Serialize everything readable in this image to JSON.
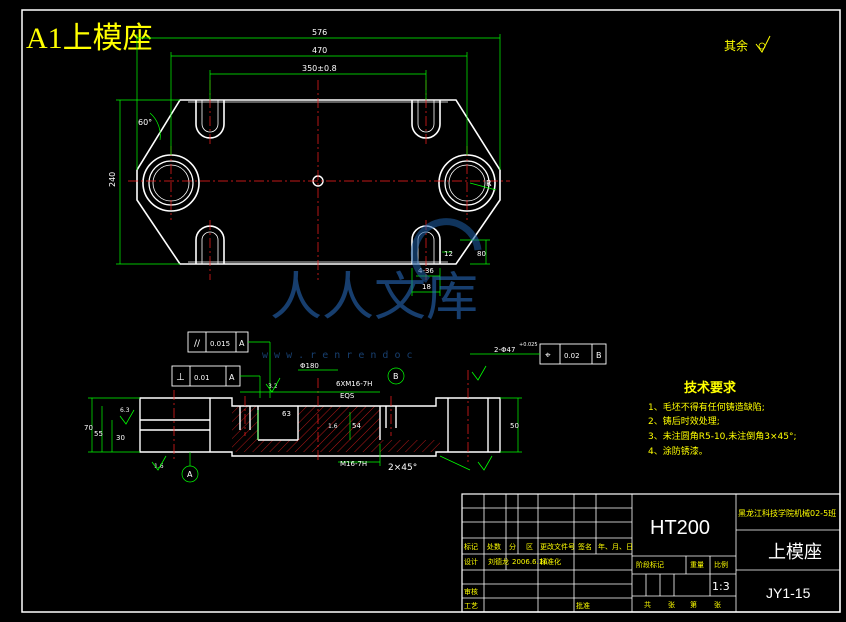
{
  "sheet_title": "A1上模座",
  "surface_note": "其余",
  "dims_top": {
    "overall_width": "576",
    "slot_span": "470",
    "inner_span": "350±0.8",
    "height": "240",
    "angle": "60°",
    "radius": "R",
    "d1": "12",
    "d2": "4-36",
    "d3": "18",
    "d4": "80"
  },
  "dims_section": {
    "flatness": "0.015",
    "datum_a": "A",
    "datum_b": "B",
    "perp": "0.01",
    "position": "0.02",
    "bore": "2-Φ47",
    "bore_tol": "+0.025",
    "dia180": "Φ180",
    "thread1": "6XM16-7H",
    "eqs": "EQS",
    "thread2": "M16-7H",
    "chamfer": "2×45°",
    "h70": "70",
    "h55": "55",
    "h30": "30",
    "h63": "63",
    "h50": "50",
    "h54": "54",
    "r16a": "1.6",
    "r16b": "1.6",
    "r32": "3.2",
    "r63": "6.3"
  },
  "watermark": {
    "text": "人人文库",
    "url": "w w w . r e n r e n d o c"
  },
  "tech_req": {
    "title": "技术要求",
    "items": [
      "1、毛坯不得有任何铸造缺陷;",
      "2、铸后时效处理;",
      "3、未注圆角R5-10,未注倒角3×45°;",
      "4、涂防锈漆。"
    ]
  },
  "title_block": {
    "material": "HT200",
    "school": "黑龙江科技学院机械02-5班",
    "part_name": "上模座",
    "drawing_no": "JY1-15",
    "scale": "1:3",
    "date": "2006.6.16",
    "designer": "刘德龙",
    "labels": {
      "mark": "标记",
      "count": "处数",
      "zone": "分",
      "region": "区",
      "change_no": "更改文件号",
      "sign": "签名",
      "ymd": "年、月、日",
      "design": "设计",
      "standard": "标准化",
      "stage_mark": "阶段标记",
      "weight": "重量",
      "scale_lbl": "比例",
      "review": "审核",
      "process": "工艺",
      "approve": "批准",
      "total": "共",
      "sheet": "张",
      "no": "第",
      "sheet2": "张"
    }
  }
}
